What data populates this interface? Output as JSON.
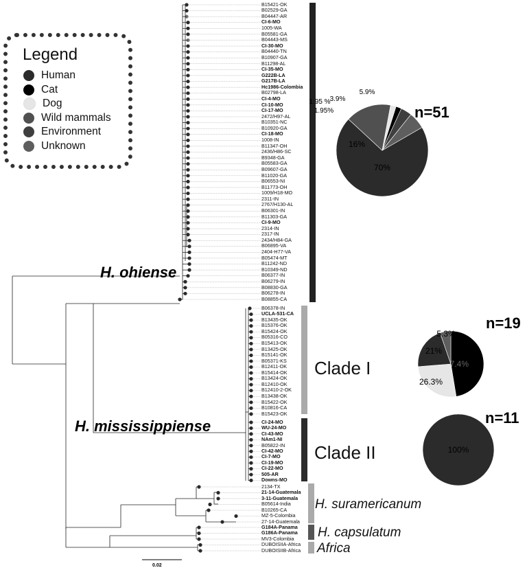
{
  "legend": {
    "title": "Legend",
    "items": [
      {
        "label": "Human",
        "color": "#2b2b2b"
      },
      {
        "label": "Cat",
        "color": "#000000"
      },
      {
        "label": "Dog",
        "color": "#e6e6e6"
      },
      {
        "label": "Wild mammals",
        "color": "#505050"
      },
      {
        "label": "Environment",
        "color": "#3f3f3f"
      },
      {
        "label": "Unknown",
        "color": "#5e5e5e"
      }
    ]
  },
  "groups": {
    "ohiense": "H. ohiense",
    "mississippiense": "H. mississippiense",
    "clade1": "Clade I",
    "clade2": "Clade II",
    "suramericanum": "H. suramericanum",
    "capsulatum": "H. capsulatum",
    "africa": "Africa"
  },
  "leaves": [
    "B15421-OK",
    "B02529-GA",
    "B04447-AR",
    "CI-6-MO",
    "1005-WA",
    "B05581-GA",
    "B04443-MS",
    "CI-30-MO",
    "B04440-TN",
    "B10907-GA",
    "B11298-AL",
    "CI-35-MO",
    "G222B-LA",
    "G217B-LA",
    "Hc1986-Colombia",
    "B02798-LA",
    "CI-4-MO",
    "CI-10-MO",
    "CI-17-MO",
    "2472/H97-AL",
    "B10351-NC",
    "B10920-GA",
    "CI-18-MO",
    "1008-IN",
    "B11347-OH",
    "2436/H86-SC",
    "B9348-GA",
    "B05583-GA",
    "B09607-GA",
    "B11020-GA",
    "B06553-NI",
    "B11773-OH",
    "1009/H18-MO",
    "2311-IN",
    "2767/H130-AL",
    "B06301-IN",
    "B11303-GA",
    "CI-9-MO",
    "2314-IN",
    "2317-IN",
    "2434/H84-GA",
    "B06895-VA",
    "2404-H77-VA",
    "B05474-MT",
    "B11242-ND",
    "B10349-ND",
    "B06377-IN",
    "B06279-IN",
    "B08830-GA",
    "B06278-IN",
    "B08855-CA",
    "B06378-IN",
    "UCLA-531-CA",
    "B13435-OK",
    "B15376-OK",
    "B15424-OK",
    "B05316-CO",
    "B15413-OK",
    "B13425-OK",
    "B15141-OK",
    "B05371-KS",
    "B12411-OK",
    "B15414-OK",
    "B13424-OK",
    "B12410-OK",
    "B12410-2-OK",
    "B13438-OK",
    "B15422-OK",
    "B10816-CA",
    "B15423-OK",
    "CI-24-MO",
    "WU-24-MO",
    "CI-43-MO",
    "NAm1-NI",
    "B05822-IN",
    "CI-42-MO",
    "CI-7-MO",
    "CI-19-MO",
    "CI-22-MO",
    "505-AR",
    "Downs-MO",
    "2134-TX",
    "21-14-Guatemala",
    "3-11-Guatemala",
    "B05614-India",
    "B10265-CA",
    "MZ-5-Colombia",
    "27-14-Guatemala",
    "G184A-Panama",
    "G186A-Panama",
    "MV3-Colombia",
    "DUBOISIIA-Africa",
    "DUBOISIIB-Africa"
  ],
  "bold_leaves": [
    "CI-6-MO",
    "CI-30-MO",
    "CI-35-MO",
    "G222B-LA",
    "G217B-LA",
    "Hc1986-Colombia",
    "CI-4-MO",
    "CI-10-MO",
    "CI-17-MO",
    "CI-18-MO",
    "CI-9-MO",
    "UCLA-531-CA",
    "CI-24-MO",
    "WU-24-MO",
    "CI-43-MO",
    "NAm1-NI",
    "CI-42-MO",
    "CI-7-MO",
    "CI-19-MO",
    "CI-22-MO",
    "505-AR",
    "Downs-MO",
    "21-14-Guatemala",
    "3-11-Guatemala",
    "G184A-Panama",
    "G186A-Panama"
  ],
  "pies": [
    {
      "n_label": "n=51",
      "slices": [
        {
          "value": 70,
          "label": "70%",
          "color": "#2b2b2b"
        },
        {
          "value": 16,
          "label": "16%",
          "color": "#505050"
        },
        {
          "value": 1.95,
          "label": "1.95%",
          "color": "#e6e6e6"
        },
        {
          "value": 1.95,
          "label": "1.95 %",
          "color": "#000000"
        },
        {
          "value": 3.9,
          "label": "3.9%",
          "color": "#3f3f3f"
        },
        {
          "value": 5.9,
          "label": "5.9%",
          "color": "#5e5e5e"
        }
      ]
    },
    {
      "n_label": "n=19",
      "slices": [
        {
          "value": 47.4,
          "label": "47.4%",
          "color": "#000000"
        },
        {
          "value": 26.3,
          "label": "26.3%",
          "color": "#e6e6e6"
        },
        {
          "value": 21,
          "label": "21%",
          "color": "#2b2b2b"
        },
        {
          "value": 5.3,
          "label": "5.3%",
          "color": "#5e5e5e"
        }
      ]
    },
    {
      "n_label": "n=11",
      "slices": [
        {
          "value": 100,
          "label": "100%",
          "color": "#2b2b2b"
        }
      ]
    }
  ],
  "scale_label": "0.02"
}
